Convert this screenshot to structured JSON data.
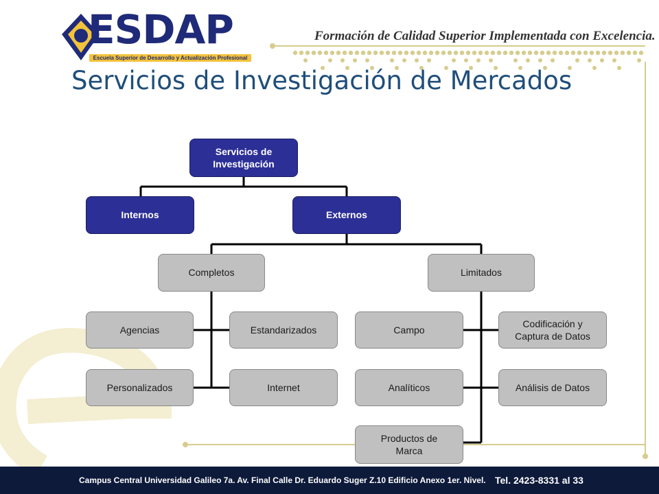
{
  "header": {
    "logo_text": "ESDAP",
    "logo_subtitle": "Escuela Superior de Desarrollo y Actualización Profesional",
    "tagline": "Formación de Calidad Superior Implementada con Excelencia."
  },
  "title": "Servicios de Investigación de Mercados",
  "diagram": {
    "root": "Servicios de Investigación",
    "internos": "Internos",
    "externos": "Externos",
    "completos": "Completos",
    "limitados": "Limitados",
    "agencias": "Agencias",
    "estandarizados": "Estandarizados",
    "personalizados": "Personalizados",
    "internet": "Internet",
    "campo": "Campo",
    "codificacion": "Codificación y Captura de Datos",
    "analiticos": "Analíticos",
    "analisis": "Análisis de Datos",
    "productos": "Productos de Marca"
  },
  "footer": {
    "address": "Campus Central Universidad Galileo 7a. Av. Final Calle Dr. Eduardo Suger Z.10 Edificio Anexo 1er. Nivel.",
    "phone": "Tel. 2423-8331 al 33"
  },
  "colors": {
    "dark_node": "#2c2f96",
    "light_node": "#c0c0c0",
    "title": "#1f4e7a",
    "footer": "#0e1a3a",
    "accent": "#f2c23a"
  }
}
